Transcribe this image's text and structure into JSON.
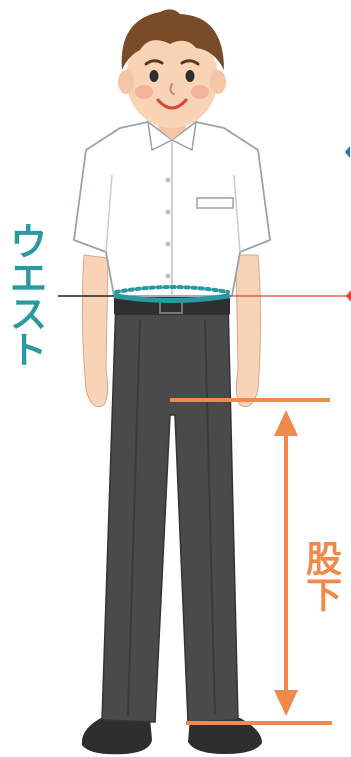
{
  "labels": {
    "waist": "ウエスト",
    "inseam": "股下"
  },
  "colors": {
    "waist_accent": "#2a9aa0",
    "inseam_accent": "#f08a4b",
    "waist_line_right": "#d8473a",
    "skin": "#f9d3b5",
    "hair": "#7a4b28",
    "shirt": "#ffffff",
    "pants": "#4a4a4a",
    "shoes": "#2e2e2e"
  },
  "icons": {
    "person": "person-illustration",
    "waist_marker": "waist-dotted-line",
    "inseam_marker": "double-arrow"
  }
}
